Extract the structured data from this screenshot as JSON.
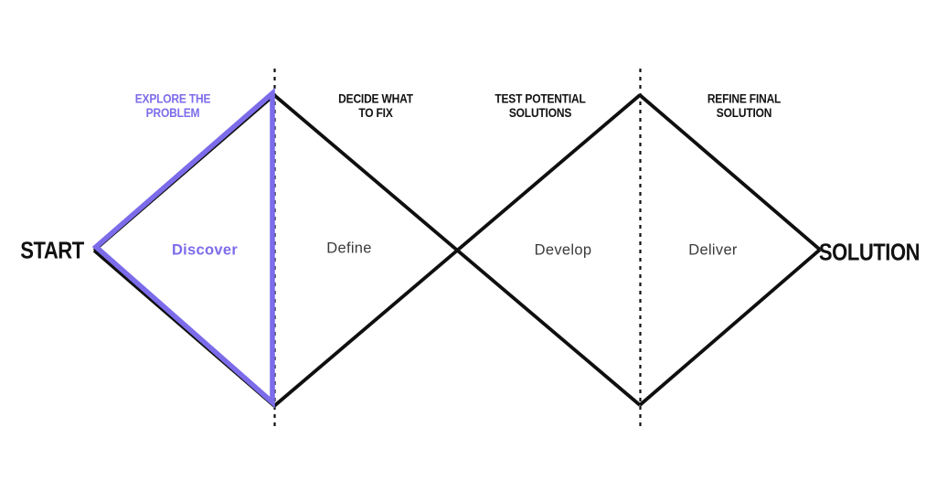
{
  "colors": {
    "accent": "#7C6CEA",
    "line": "#0f0f0f",
    "text_gray": "#3b3b3b",
    "background": "#ffffff"
  },
  "diagram": {
    "start_label": "START",
    "solution_label": "SOLUTION",
    "stages": [
      {
        "name": "Discover",
        "header": "EXPLORE THE\nPROBLEM",
        "highlighted": true
      },
      {
        "name": "Define",
        "header": "DECIDE WHAT\nTO FIX",
        "highlighted": false
      },
      {
        "name": "Develop",
        "header": "TEST POTENTIAL\nSOLUTIONS",
        "highlighted": false
      },
      {
        "name": "Deliver",
        "header": "REFINE FINAL\nSOLUTION",
        "highlighted": false
      }
    ]
  }
}
